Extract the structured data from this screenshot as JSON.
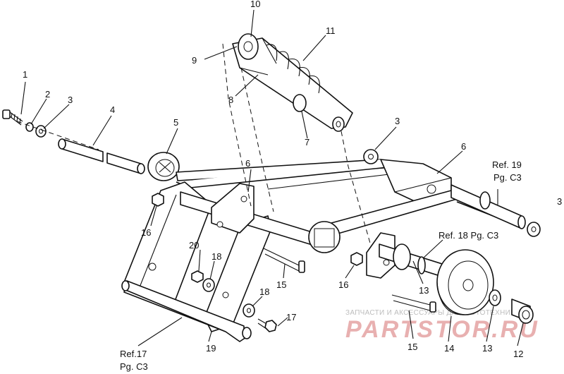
{
  "callouts": [
    "1",
    "2",
    "3",
    "4",
    "5",
    "6",
    "7",
    "8",
    "9",
    "10",
    "11",
    "3",
    "6",
    "16",
    "20",
    "18",
    "15",
    "18",
    "17",
    "16",
    "15",
    "13",
    "14",
    "13",
    "12",
    "19"
  ],
  "refs": {
    "ref19_line1": "Ref. 19",
    "ref19_line2": "Pg. C3",
    "ref18": "Ref. 18 Pg. C3",
    "ref17_line1": "Ref.17",
    "ref17_line2": "Pg. C3",
    "edge3": "3"
  },
  "watermark": {
    "top": "ЗАПЧАСТИ И АКСЕССУАРЫ ДЛЯ МОТОТЕХНИКИ",
    "logo": "PARTSTOR.RU"
  }
}
